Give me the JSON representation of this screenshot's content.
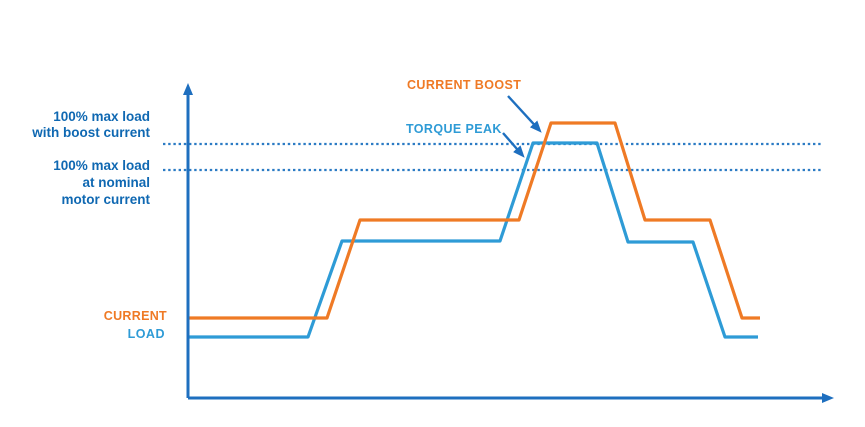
{
  "palette": {
    "axis_blue": "#1E6FBF",
    "label_dark_blue": "#0F68B2",
    "load_blue": "#2E9BD6",
    "current_orange": "#EF7A25",
    "dotted_blue": "#2B7BC4",
    "background": "#FFFFFF"
  },
  "labels": {
    "max_load_boost": "100% max load\nwith boost current",
    "max_load_nominal": "100% max load\nat nominal\nmotor current",
    "current_boost": "CURRENT BOOST",
    "torque_peak": "TORQUE PEAK",
    "current_series": "CURRENT",
    "load_series": "LOAD"
  },
  "chart_data": {
    "type": "line",
    "title": "",
    "xlabel": "",
    "ylabel": "",
    "description": "Stepped motor load and drive current profiles over time; current boost raises max load above nominal level during torque peak",
    "axes": {
      "origin": [
        188,
        398
      ],
      "x_end": [
        833,
        398
      ],
      "y_end": [
        188,
        84
      ],
      "stroke_width": 3
    },
    "reference_lines": [
      {
        "name": "max-load-with-boost-line",
        "y": 144,
        "x1": 163,
        "x2": 823,
        "style": "dotted",
        "label": "100% max load with boost current"
      },
      {
        "name": "max-load-nominal-line",
        "y": 170,
        "x1": 163,
        "x2": 823,
        "style": "dotted",
        "label": "100% max load at nominal motor current"
      }
    ],
    "series": [
      {
        "name": "LOAD",
        "color": "#2E9BD6",
        "stroke_width": 3.2,
        "points": [
          [
            188,
            337
          ],
          [
            308,
            337
          ],
          [
            342,
            241
          ],
          [
            500,
            241
          ],
          [
            533,
            143
          ],
          [
            597,
            143
          ],
          [
            628,
            242
          ],
          [
            693,
            242
          ],
          [
            725,
            337
          ],
          [
            758,
            337
          ]
        ]
      },
      {
        "name": "CURRENT",
        "color": "#EF7A25",
        "stroke_width": 3.2,
        "points": [
          [
            188,
            318
          ],
          [
            327,
            318
          ],
          [
            360,
            220
          ],
          [
            519,
            220
          ],
          [
            551,
            123
          ],
          [
            615,
            123
          ],
          [
            645,
            220
          ],
          [
            710,
            220
          ],
          [
            742,
            318
          ],
          [
            760,
            318
          ]
        ]
      }
    ],
    "annotations": [
      {
        "name": "current-boost-arrow",
        "from": [
          508,
          96
        ],
        "to": [
          541,
          132
        ]
      },
      {
        "name": "torque-peak-arrow",
        "from": [
          503,
          133
        ],
        "to": [
          524,
          157
        ]
      }
    ]
  }
}
